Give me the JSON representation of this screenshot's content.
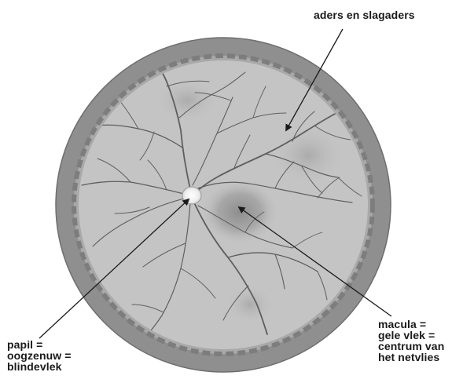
{
  "diagram": {
    "labels": {
      "vessels": "aders en slagaders",
      "papil": [
        "papil =",
        "oogzenuw =",
        "blindevlek"
      ],
      "macula": [
        "macula =",
        "gele vlek =",
        "centrum van",
        "het netvlies"
      ]
    },
    "colors": {
      "rim": "#8f8f8f",
      "retina": "#c4c4c4",
      "vessel": "#5e5e5e",
      "optic_disc": "#f4f4f4",
      "macula": "#9c9c9c",
      "text": "#1a1a1a"
    }
  }
}
